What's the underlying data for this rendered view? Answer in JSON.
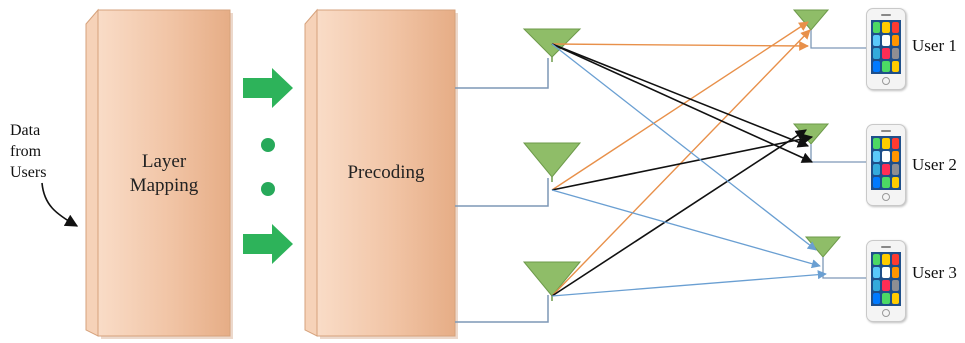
{
  "input_label": {
    "lines": [
      "Data",
      "from",
      "Users"
    ]
  },
  "blocks": {
    "layer_mapping": [
      "Layer",
      "Mapping"
    ],
    "precoding": "Precoding"
  },
  "users": [
    {
      "label": "User 1"
    },
    {
      "label": "User 2"
    },
    {
      "label": "User 3"
    }
  ],
  "colors": {
    "block_fill_light": "#f9dcc7",
    "block_fill_dark": "#eab48f",
    "block_border": "#c98f6a",
    "block_arrow": "#2db35a",
    "dots": "#27a95a",
    "antenna": "#8fbd68",
    "antenna_edge": "#5e8a40",
    "feed_line": "#7d97b6",
    "link_orange": "#e8904a",
    "link_black": "#111111",
    "link_blue": "#6a9fd2"
  }
}
